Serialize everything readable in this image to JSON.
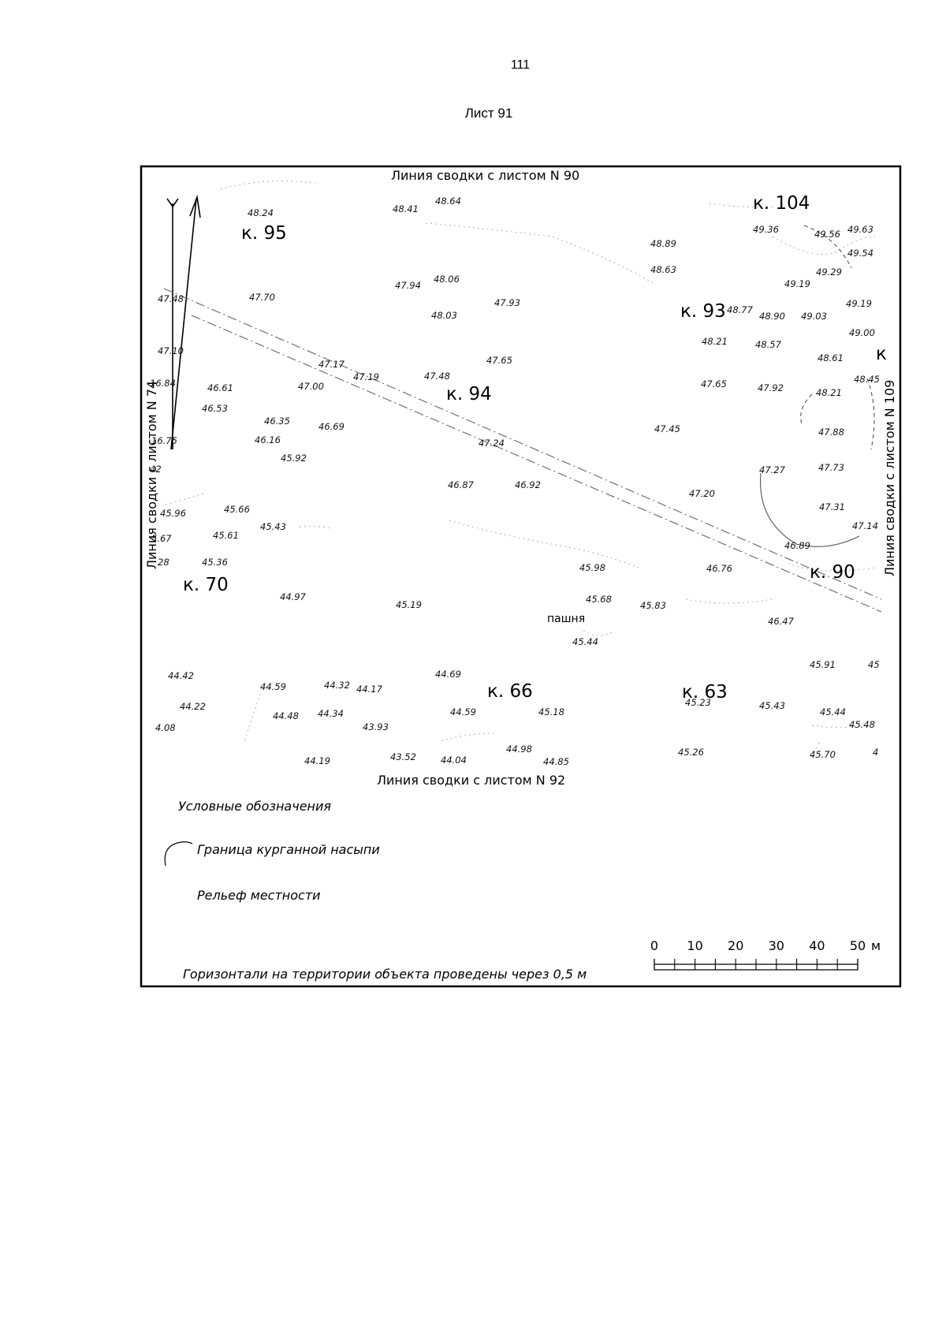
{
  "page_number": "111",
  "sheet_title": "Лист 91",
  "map": {
    "border_top": "Линия сводки с листом N 90",
    "border_bottom": "Линия сводки с листом N 92",
    "border_left": "Линия сводки с листом N 74",
    "border_right": "Линия сводки с листом N 109",
    "land_label": "пашня",
    "kurgans": [
      "к. 104",
      "к. 95",
      "к. 93",
      "к. 94",
      "к. 70",
      "к. 90",
      "к. 66",
      "к. 63",
      "к"
    ],
    "elevations": [
      "48.24",
      "48.41",
      "48.64",
      "49.36",
      "49.56",
      "49.63",
      "48.89",
      "49.54",
      "48.63",
      "49.29",
      "49.19",
      "47.94",
      "48.06",
      "47.48",
      "47.70",
      "47.93",
      "48.03",
      "48.77",
      "48.90",
      "49.03",
      "49.19",
      "49.00",
      "47.10",
      "48.21",
      "48.57",
      "48.61",
      "47.17",
      "47.65",
      "47.19",
      "47.48",
      "48.45",
      "16.84",
      "46.61",
      "47.00",
      "47.65",
      "47.92",
      "48.21",
      "46.53",
      "46.35",
      "46.69",
      "47.45",
      "47.88",
      "16.75",
      "46.16",
      "47.24",
      "45.92",
      "47.27",
      "47.73",
      "42",
      "46.87",
      "46.92",
      "47.20",
      "45.96",
      "45.66",
      "47.31",
      "5.67",
      "45.61",
      "45.43",
      "47.14",
      "46.89",
      "28",
      "45.36",
      "45.98",
      "46.76",
      "44.97",
      "45.19",
      "45.68",
      "45.83",
      "46.47",
      "45.44",
      "45.91",
      "45",
      "44.42",
      "44.69",
      "44.59",
      "44.32",
      "44.17",
      "44.22",
      "45.23",
      "45.43",
      "45.44",
      "4.08",
      "44.48",
      "44.34",
      "44.59",
      "45.18",
      "45.48",
      "43.93",
      "44.98",
      "45.26",
      "45.70",
      "4",
      "44.19",
      "43.52",
      "44.04",
      "44.85"
    ]
  },
  "legend": {
    "title": "Условные обозначения",
    "mound_boundary": "Граница курганной насыпи",
    "relief": "Рельеф местности",
    "contour_note": "Горизонтали на территории объекта проведены через 0,5 м"
  },
  "scale_bar": {
    "ticks": [
      "0",
      "10",
      "20",
      "30",
      "40",
      "50"
    ],
    "unit": "м"
  }
}
